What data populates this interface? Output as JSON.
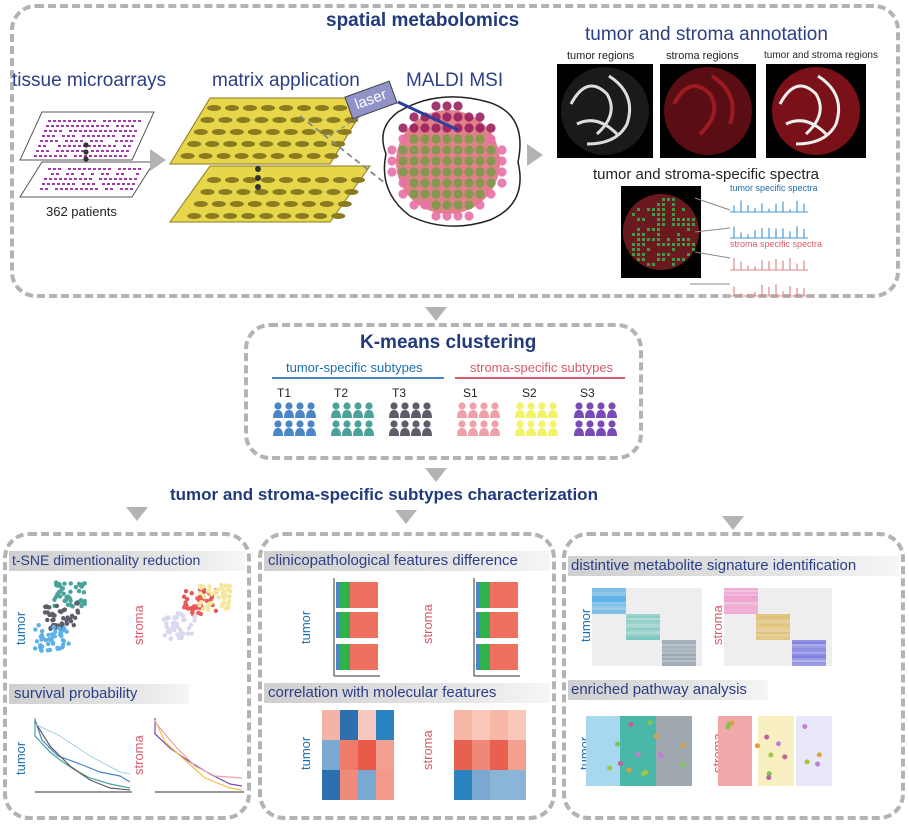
{
  "top": {
    "title": "spatial metabolomics",
    "tma_label": "tissue microarrays",
    "matrix_label": "matrix application",
    "maldi_label": "MALDI MSI",
    "laser_label": "laser",
    "patients_label": "362 patients",
    "annotation_title": "tumor and stroma annotation",
    "tumor_regions": "tumor regions",
    "stroma_regions": "stroma regions",
    "both_regions": "tumor and stroma regions",
    "spectra_title": "tumor and stroma-specific spectra",
    "tumor_spectra": "tumor specific spectra",
    "stroma_spectra": "stroma specific spectra"
  },
  "kmeans": {
    "title": "K-means clustering",
    "tumor_subtypes": "tumor-specific subtypes",
    "stroma_subtypes": "stroma-specific subtypes",
    "groups": [
      {
        "label": "T1",
        "color": "#4a86c6"
      },
      {
        "label": "T2",
        "color": "#4aa39a"
      },
      {
        "label": "T3",
        "color": "#5d5d6a"
      },
      {
        "label": "S1",
        "color": "#f0a0a8"
      },
      {
        "label": "S2",
        "color": "#f3f36a"
      },
      {
        "label": "S3",
        "color": "#7a4ab8"
      }
    ]
  },
  "characterization": {
    "title": "tumor and stroma-specific subtypes characterization",
    "tsne": "t-SNE dimentionality reduction",
    "survival": "survival probability",
    "clinico": "clinicopathological features difference",
    "correlation": "correlation with molecular features",
    "signature": "distintive metabolite signature identification",
    "pathway": "enriched pathway analysis",
    "tumor": "tumor",
    "stroma": "stroma"
  },
  "colors": {
    "accent_navy": "#213a7a",
    "tumor_blue": "#1e6fb0",
    "stroma_red": "#d85a6a",
    "dashed_gray": "#b3b3b3"
  }
}
